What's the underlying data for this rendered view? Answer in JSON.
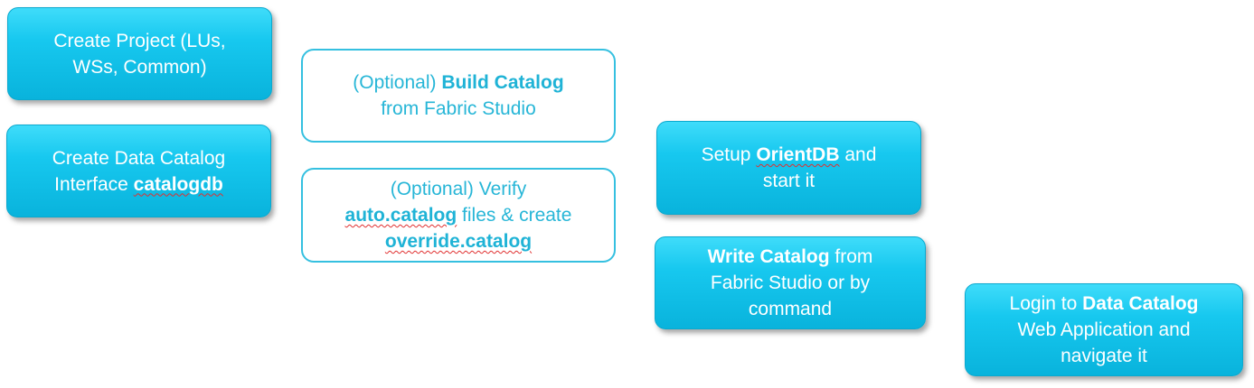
{
  "boxes": {
    "create_project": {
      "line1": "Create Project (LUs,",
      "line2": "WSs, Common)"
    },
    "create_interface": {
      "line1": "Create Data Catalog",
      "line2_plain": "Interface ",
      "line2_bold": "catalogdb"
    },
    "build_catalog": {
      "line1_plain": "(Optional) ",
      "line1_bold": "Build Catalog",
      "line2": "from Fabric Studio"
    },
    "verify_files": {
      "line1": "(Optional) Verify",
      "line2_bold": "auto.catalog",
      "line2_plain": " files & create",
      "line3_bold": "override.catalog"
    },
    "setup_orientdb": {
      "line1_plain": "Setup ",
      "line1_bold": "OrientDB",
      "line1_tail": " and",
      "line2": "start it"
    },
    "write_catalog": {
      "line1_bold": "Write Catalog",
      "line1_plain": " from",
      "line2": "Fabric Studio or by",
      "line3": "command"
    },
    "login": {
      "line1_plain": "Login to ",
      "line1_bold": "Data Catalog",
      "line2": "Web Application and",
      "line3": "navigate it"
    }
  },
  "colors": {
    "box_fill": "#17c8ef",
    "box_text": "#ffffff",
    "outline_border": "#35c0e0",
    "outline_text": "#27b6d7"
  }
}
